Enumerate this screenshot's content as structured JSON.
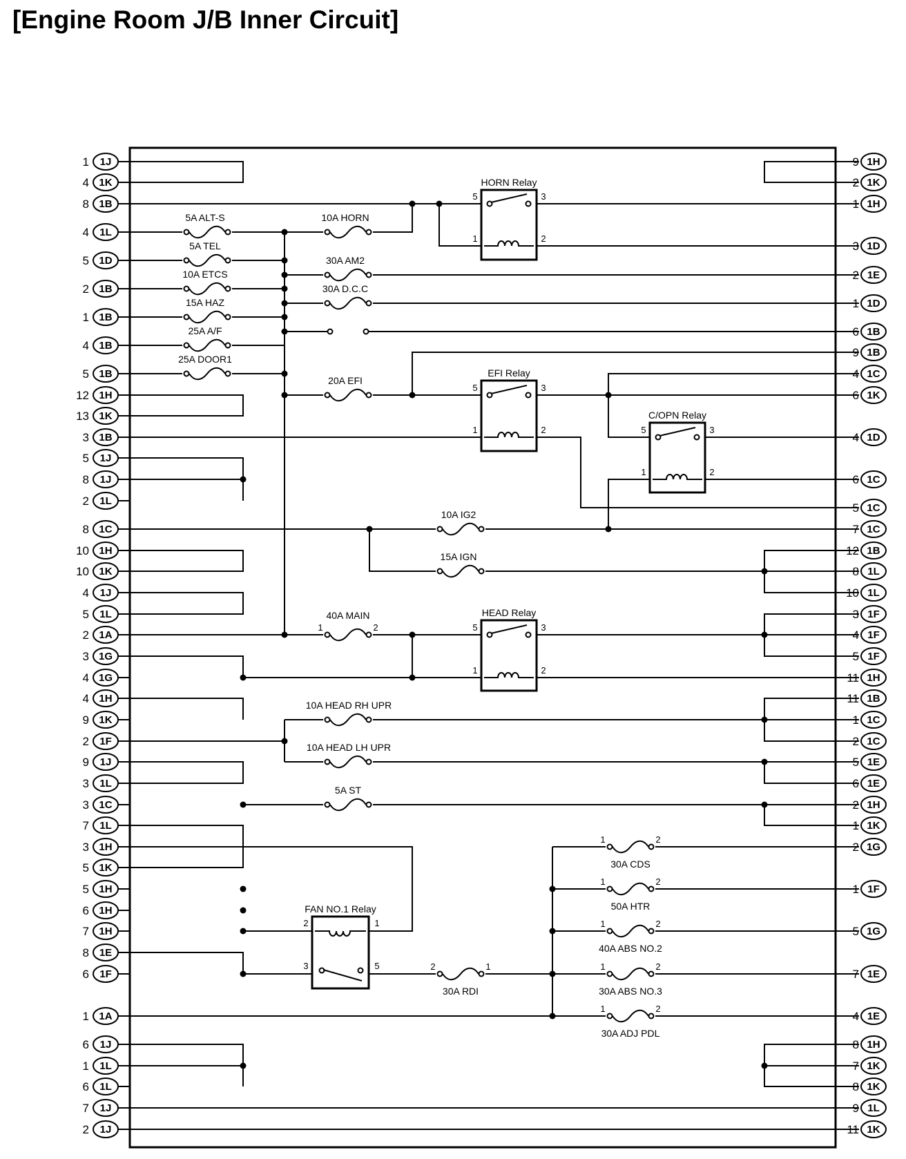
{
  "title": "[Engine Room J/B Inner Circuit]",
  "left_pins": [
    {
      "pin": "1",
      "conn": "1J"
    },
    {
      "pin": "4",
      "conn": "1K"
    },
    {
      "pin": "8",
      "conn": "1B"
    },
    {
      "pin": "4",
      "conn": "1L"
    },
    {
      "pin": "5",
      "conn": "1D"
    },
    {
      "pin": "2",
      "conn": "1B"
    },
    {
      "pin": "1",
      "conn": "1B"
    },
    {
      "pin": "4",
      "conn": "1B"
    },
    {
      "pin": "5",
      "conn": "1B"
    },
    {
      "pin": "12",
      "conn": "1H"
    },
    {
      "pin": "13",
      "conn": "1K"
    },
    {
      "pin": "3",
      "conn": "1B"
    },
    {
      "pin": "5",
      "conn": "1J"
    },
    {
      "pin": "8",
      "conn": "1J"
    },
    {
      "pin": "2",
      "conn": "1L"
    },
    {
      "pin": "8",
      "conn": "1C"
    },
    {
      "pin": "10",
      "conn": "1H"
    },
    {
      "pin": "10",
      "conn": "1K"
    },
    {
      "pin": "4",
      "conn": "1J"
    },
    {
      "pin": "5",
      "conn": "1L"
    },
    {
      "pin": "2",
      "conn": "1A"
    },
    {
      "pin": "3",
      "conn": "1G"
    },
    {
      "pin": "4",
      "conn": "1G"
    },
    {
      "pin": "4",
      "conn": "1H"
    },
    {
      "pin": "9",
      "conn": "1K"
    },
    {
      "pin": "2",
      "conn": "1F"
    },
    {
      "pin": "9",
      "conn": "1J"
    },
    {
      "pin": "3",
      "conn": "1L"
    },
    {
      "pin": "3",
      "conn": "1C"
    },
    {
      "pin": "7",
      "conn": "1L"
    },
    {
      "pin": "3",
      "conn": "1H"
    },
    {
      "pin": "5",
      "conn": "1K"
    },
    {
      "pin": "5",
      "conn": "1H"
    },
    {
      "pin": "6",
      "conn": "1H"
    },
    {
      "pin": "7",
      "conn": "1H"
    },
    {
      "pin": "8",
      "conn": "1E"
    },
    {
      "pin": "6",
      "conn": "1F"
    },
    {
      "pin": "1",
      "conn": "1A"
    },
    {
      "pin": "6",
      "conn": "1J"
    },
    {
      "pin": "1",
      "conn": "1L"
    },
    {
      "pin": "6",
      "conn": "1L"
    },
    {
      "pin": "7",
      "conn": "1J"
    },
    {
      "pin": "2",
      "conn": "1J"
    }
  ],
  "right_pins": [
    {
      "pin": "9",
      "conn": "1H"
    },
    {
      "pin": "2",
      "conn": "1K"
    },
    {
      "pin": "1",
      "conn": "1H"
    },
    {
      "pin": "3",
      "conn": "1D"
    },
    {
      "pin": "2",
      "conn": "1E"
    },
    {
      "pin": "1",
      "conn": "1D"
    },
    {
      "pin": "6",
      "conn": "1B"
    },
    {
      "pin": "9",
      "conn": "1B"
    },
    {
      "pin": "4",
      "conn": "1C"
    },
    {
      "pin": "6",
      "conn": "1K"
    },
    {
      "pin": "4",
      "conn": "1D"
    },
    {
      "pin": "6",
      "conn": "1C"
    },
    {
      "pin": "5",
      "conn": "1C"
    },
    {
      "pin": "7",
      "conn": "1C"
    },
    {
      "pin": "12",
      "conn": "1B"
    },
    {
      "pin": "8",
      "conn": "1L"
    },
    {
      "pin": "10",
      "conn": "1L"
    },
    {
      "pin": "3",
      "conn": "1F"
    },
    {
      "pin": "4",
      "conn": "1F"
    },
    {
      "pin": "5",
      "conn": "1F"
    },
    {
      "pin": "11",
      "conn": "1H"
    },
    {
      "pin": "11",
      "conn": "1B"
    },
    {
      "pin": "1",
      "conn": "1C"
    },
    {
      "pin": "2",
      "conn": "1C"
    },
    {
      "pin": "5",
      "conn": "1E"
    },
    {
      "pin": "6",
      "conn": "1E"
    },
    {
      "pin": "2",
      "conn": "1H"
    },
    {
      "pin": "1",
      "conn": "1K"
    },
    {
      "pin": "2",
      "conn": "1G"
    },
    {
      "pin": "1",
      "conn": "1F"
    },
    {
      "pin": "5",
      "conn": "1G"
    },
    {
      "pin": "7",
      "conn": "1E"
    },
    {
      "pin": "4",
      "conn": "1E"
    },
    {
      "pin": "8",
      "conn": "1H"
    },
    {
      "pin": "7",
      "conn": "1K"
    },
    {
      "pin": "8",
      "conn": "1K"
    },
    {
      "pin": "9",
      "conn": "1L"
    },
    {
      "pin": "11",
      "conn": "1K"
    }
  ],
  "fuses": [
    {
      "id": "alt-s",
      "label": "5A ALT-S"
    },
    {
      "id": "tel",
      "label": "5A TEL"
    },
    {
      "id": "etcs",
      "label": "10A  ETCS"
    },
    {
      "id": "haz",
      "label": "15A HAZ"
    },
    {
      "id": "af",
      "label": "25A A/F"
    },
    {
      "id": "door1",
      "label": "25A DOOR1"
    },
    {
      "id": "horn",
      "label": "10A HORN"
    },
    {
      "id": "am2",
      "label": "30A AM2"
    },
    {
      "id": "dcc",
      "label": "30A D.C.C"
    },
    {
      "id": "efi",
      "label": "20A EFI"
    },
    {
      "id": "ig2",
      "label": "10A IG2"
    },
    {
      "id": "ign",
      "label": "15A IGN"
    },
    {
      "id": "main",
      "label": "40A MAIN"
    },
    {
      "id": "head-rh",
      "label": "10A HEAD RH UPR"
    },
    {
      "id": "head-lh",
      "label": "10A HEAD LH UPR"
    },
    {
      "id": "st",
      "label": "5A ST"
    },
    {
      "id": "rdi",
      "label": "30A RDI"
    },
    {
      "id": "cds",
      "label": "30A CDS"
    },
    {
      "id": "htr",
      "label": "50A HTR"
    },
    {
      "id": "abs2",
      "label": "40A ABS NO.2"
    },
    {
      "id": "abs3",
      "label": "30A ABS NO.3"
    },
    {
      "id": "adjpdl",
      "label": "30A ADJ PDL"
    }
  ],
  "relays": [
    {
      "id": "horn",
      "label": "HORN Relay"
    },
    {
      "id": "efi",
      "label": "EFI Relay"
    },
    {
      "id": "copn",
      "label": "C/OPN Relay"
    },
    {
      "id": "head",
      "label": "HEAD Relay"
    },
    {
      "id": "fan1",
      "label": "FAN NO.1 Relay"
    }
  ],
  "terminal_numbers": {
    "one": "1",
    "two": "2",
    "three": "3",
    "five": "5"
  }
}
